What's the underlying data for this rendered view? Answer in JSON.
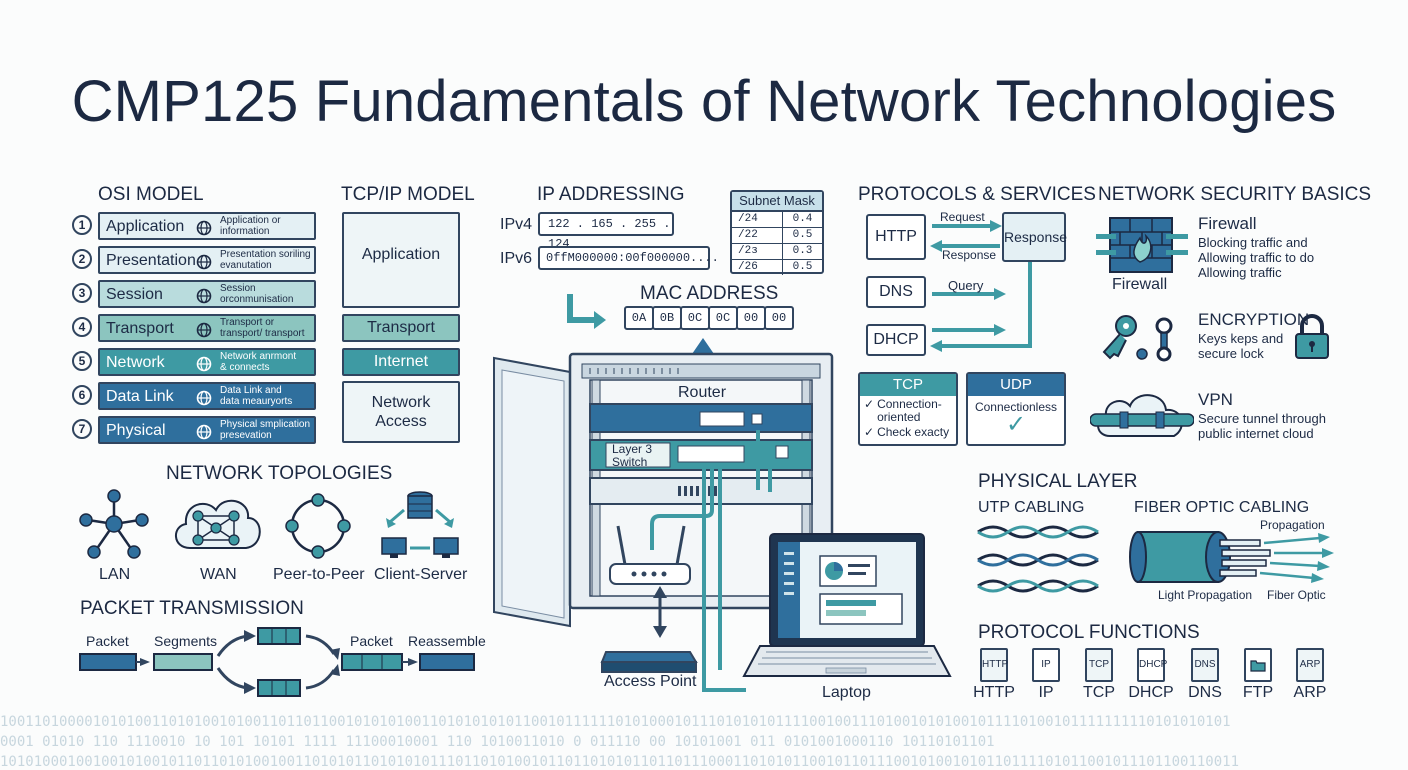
{
  "title": "CMP125 Fundamentals of Network Technologies",
  "osi": {
    "heading": "OSI MODEL",
    "layers": [
      {
        "num": "1",
        "name": "Application",
        "desc": "Application or\ninformation",
        "color": "#e4f0f4"
      },
      {
        "num": "2",
        "name": "Presentation",
        "desc": "Presentation soriling\nevanutation",
        "color": "#e4f0f4"
      },
      {
        "num": "3",
        "name": "Session",
        "desc": "Session\norconmunisation",
        "color": "#b9dcdd"
      },
      {
        "num": "4",
        "name": "Transport",
        "desc": "Transport or\ntransport/ transport",
        "color": "#8cc5bf"
      },
      {
        "num": "5",
        "name": "Network",
        "desc": "Network anrmont\n& connects",
        "color": "#3e9aa3"
      },
      {
        "num": "6",
        "name": "Data Link",
        "desc": "Data Link and\ndata meauryorts",
        "color": "#2f6f9d"
      },
      {
        "num": "7",
        "name": "Physical",
        "desc": "Physical smplication\npresevation",
        "color": "#2f6f9d"
      }
    ]
  },
  "tcpip": {
    "heading": "TCP/IP MODEL",
    "layers": [
      "Application",
      "Transport",
      "Internet",
      "Network\nAccess"
    ]
  },
  "ip": {
    "heading": "IP ADDRESSING",
    "ipv4_label": "IPv4",
    "ipv4_value": "122 . 165 . 255 . 124",
    "ipv6_label": "IPv6",
    "ipv6_value": "0ffM000000:00f000000....",
    "subnet_title": "Subnet Mask",
    "subnet_rows": [
      [
        "/24",
        "0.4"
      ],
      [
        "/22",
        "0.5"
      ],
      [
        "/2з",
        "0.3"
      ],
      [
        "/26",
        "0.5"
      ]
    ]
  },
  "mac": {
    "heading": "MAC ADDRESS",
    "octets": [
      "0A",
      "0B",
      "0C",
      "0C",
      "00",
      "00"
    ]
  },
  "rack": {
    "router_label": "Router",
    "switch_label": "Layer 3\nSwitch",
    "access_point_label": "Access Point",
    "laptop_label": "Laptop"
  },
  "protocols": {
    "heading": "PROTOCOLS & SERVICES",
    "http": "HTTP",
    "dns": "DNS",
    "dhcp": "DHCP",
    "response_box": "Response",
    "request_label": "Request",
    "response_label": "Response",
    "query_label": "Query",
    "tcp_title": "TCP",
    "tcp_items": [
      "Connection-\noriented",
      "Check exacty"
    ],
    "udp_title": "UDP",
    "udp_text": "Connectionless"
  },
  "security": {
    "heading": "NETWORK SECURITY BASICS",
    "firewall_title": "Firewall",
    "firewall_text": "Blocking traffic and\nAllowing traffic to do\nAllowing traffic",
    "firewall_caption": "Firewall",
    "encryption_title": "ENCRYPTION",
    "encryption_text": "Keys keps and\nsecure lock",
    "vpn_title": "VPN",
    "vpn_text": "Secure tunnel through\npublic internet cloud"
  },
  "topologies": {
    "heading": "NETWORK TOPOLOGIES",
    "items": [
      "LAN",
      "WAN",
      "Peer-to-Peer",
      "Client-Server"
    ]
  },
  "packet": {
    "heading": "PACKET TRANSMISSION",
    "labels": [
      "Packet",
      "Segments",
      "Packet",
      "Reassemble"
    ]
  },
  "physical": {
    "heading": "PHYSICAL LAYER",
    "utp": "UTP CABLING",
    "fiber": "FIBER OPTIC CABLING",
    "propagation": "Propagation",
    "light_propagation": "Light Propagation",
    "fiber_optic": "Fiber Optic"
  },
  "functions": {
    "heading": "PROTOCOL FUNCTIONS",
    "items": [
      "HTTP",
      "IP",
      "TCP",
      "DHCP",
      "DNS",
      "FTP",
      "ARP"
    ],
    "icon_labels": [
      "HTTP",
      "IP",
      "TCP",
      "DHCP",
      "DNS",
      "",
      "ARP"
    ]
  },
  "binary": [
    "10011010000101010011010100101001101101100101010100110101010101100101111110101000101110101010111100100111010010101001011110100101111111110101010101",
    "0001 01010 110 1110010 10 101 10101 1111 11100010001 110 1010011010 0 011110 00 10101001 011 0101001000110 10110101101",
    "101010001001001010010110110101001001101010110101010111011010100101101101010110110111000110101011001011011100101001010110111101011001011101100110011"
  ],
  "colors": {
    "navy": "#1c2942",
    "teal": "#3e9aa3",
    "blue": "#2f6f9d",
    "light": "#e4f0f4"
  }
}
